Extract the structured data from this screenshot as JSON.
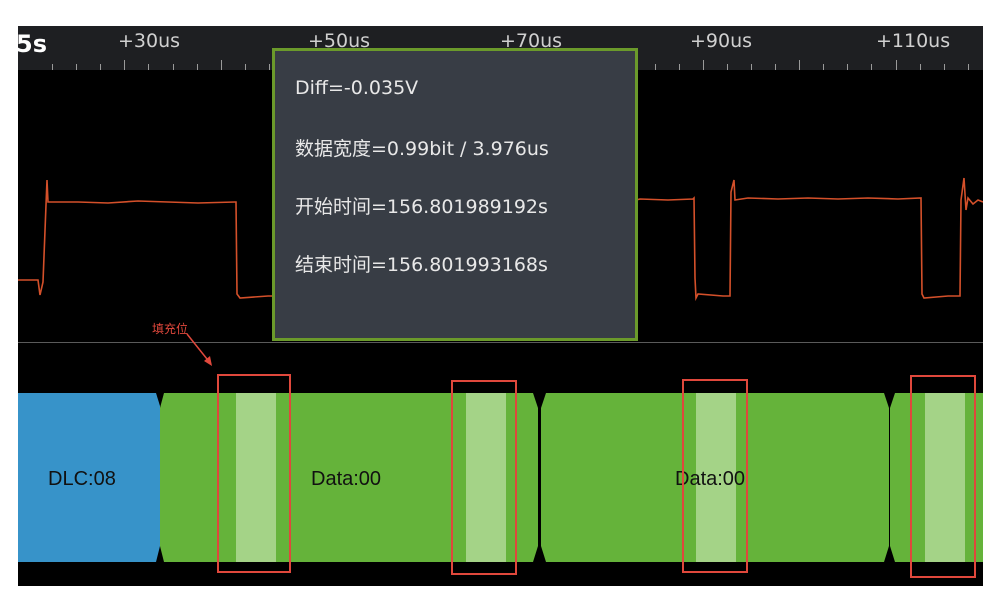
{
  "ruler": {
    "left_partial": "5s",
    "ticks": [
      "+30us",
      "+50us",
      "+70us",
      "+90us",
      "+110us"
    ]
  },
  "tooltip": {
    "diff": "Diff=-0.035V",
    "width": "数据宽度=0.99bit / 3.976us",
    "start": "开始时间=156.801989192s",
    "end": "结束时间=156.801993168s"
  },
  "decode": {
    "segments": [
      {
        "label": "DLC:08",
        "color": "#3793c9"
      },
      {
        "label": "Data:00",
        "color": "#65b33a"
      },
      {
        "label": "Data:00",
        "color": "#65b33a"
      },
      {
        "label": "",
        "color": "#65b33a"
      }
    ],
    "stuff_bit_color": "#a4d387"
  },
  "annotation": {
    "label": "填充位",
    "color": "#e0483c"
  },
  "colors": {
    "waveform": "#d4502a",
    "tooltip_border": "#6b9a2b",
    "tooltip_bg": "#383d45"
  }
}
